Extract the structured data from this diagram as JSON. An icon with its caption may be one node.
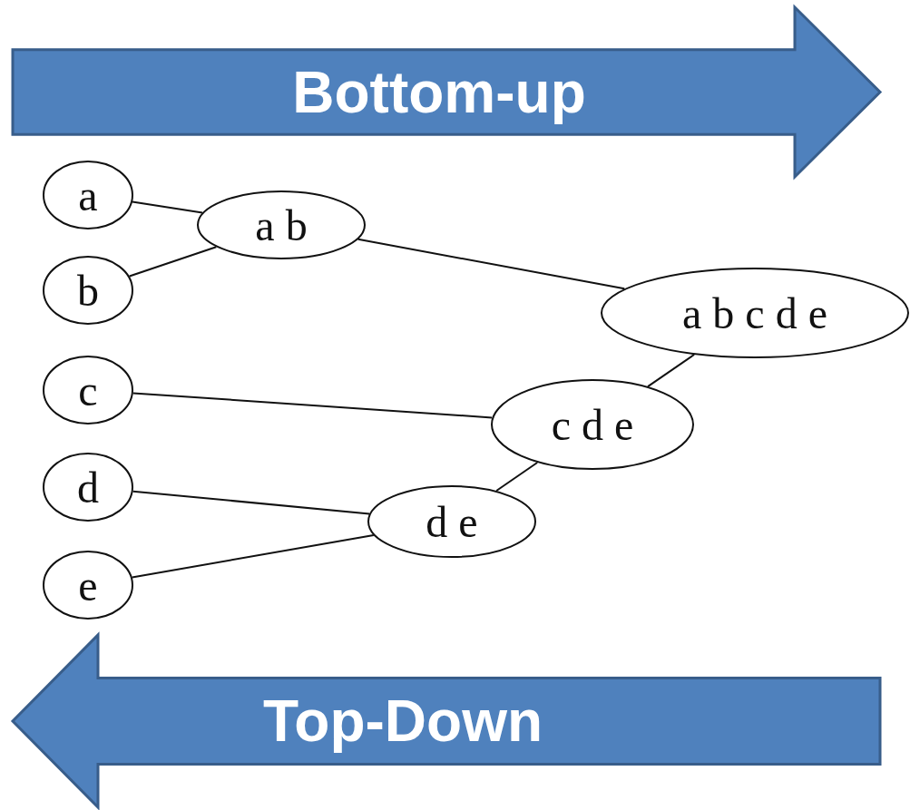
{
  "diagram": {
    "nodes": [
      {
        "text": [
          "Bottom-up"
        ]
      },
      {
        "text": [
          "a"
        ]
      },
      {
        "text": [
          "a b"
        ]
      },
      {
        "text": [
          "b"
        ]
      },
      {
        "text": [
          "a b c d e"
        ]
      },
      {
        "text": [
          "c"
        ]
      },
      {
        "text": [
          "c d e"
        ]
      },
      {
        "text": [
          "d"
        ]
      },
      {
        "text": [
          "d e"
        ]
      },
      {
        "text": [
          "e"
        ]
      },
      {
        "text": [
          "Top-Down"
        ]
      }
    ],
    "edges": [
      {
        "from": 1,
        "to": 2,
        "arrow": "none"
      },
      {
        "from": 3,
        "to": 2,
        "arrow": "none"
      },
      {
        "from": 2,
        "to": 4,
        "arrow": "none"
      },
      {
        "from": 6,
        "to": 4,
        "arrow": "none"
      },
      {
        "from": 5,
        "to": 6,
        "arrow": "none"
      },
      {
        "from": 8,
        "to": 6,
        "arrow": "none"
      },
      {
        "from": 7,
        "to": 8,
        "arrow": "none"
      },
      {
        "from": 9,
        "to": 8,
        "arrow": "none"
      }
    ]
  }
}
